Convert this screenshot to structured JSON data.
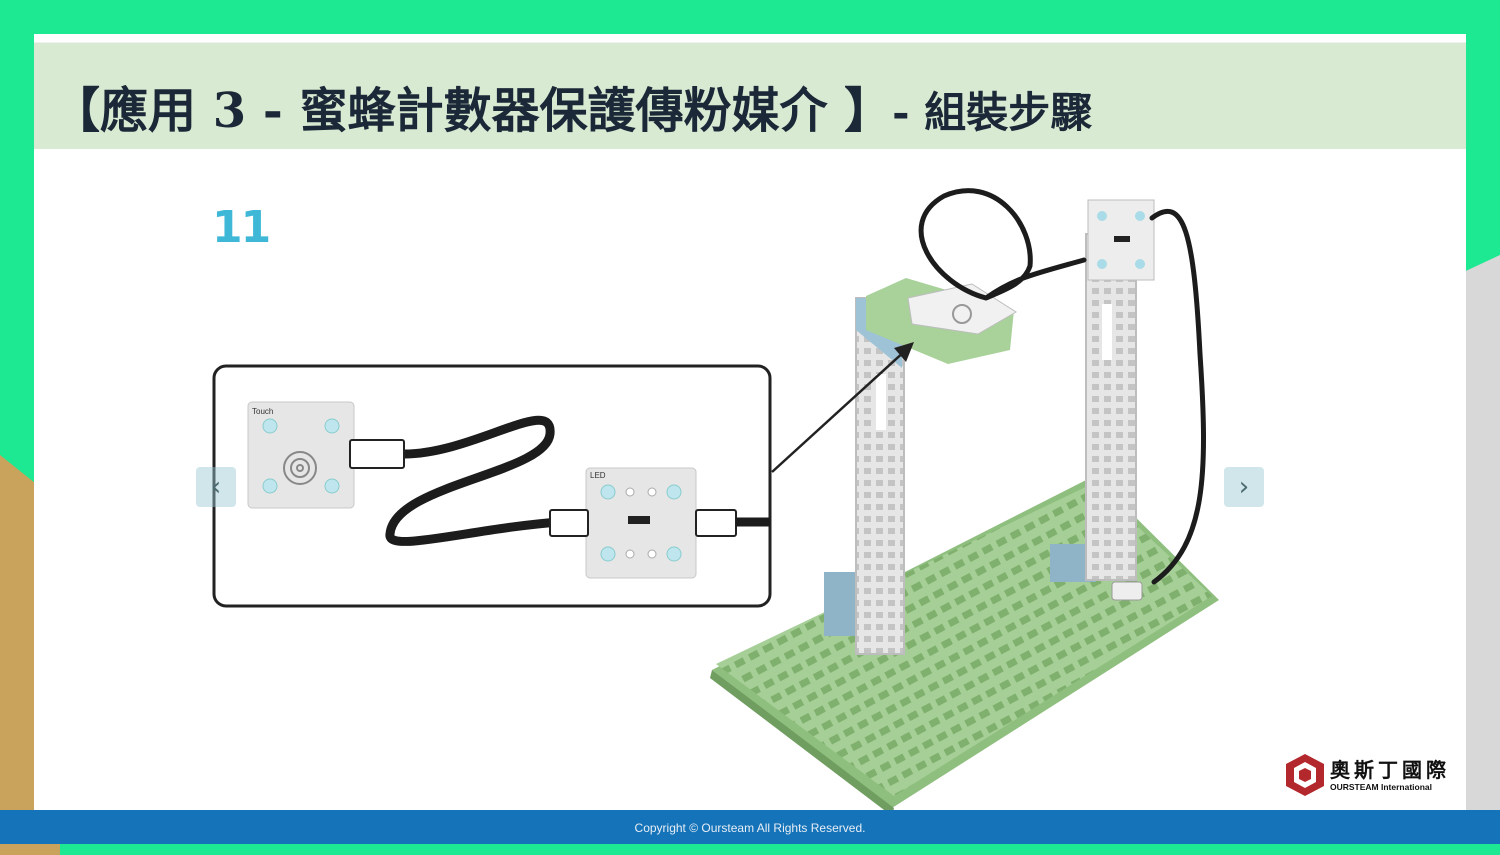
{
  "slide": {
    "title_main": "【應用 3 - 蜜蜂計數器保護傳粉媒介 】",
    "title_sub": "- 組裝步驟",
    "step_number": "11"
  },
  "diagram": {
    "touch_module_label": "Touch",
    "led_module_label": "LED"
  },
  "navigation": {
    "prev_icon": "chevron-left-icon",
    "next_icon": "chevron-right-icon"
  },
  "logo": {
    "name_cn": "奧斯丁國際",
    "name_en": "OURSTEAM International"
  },
  "footer": {
    "copyright": "Copyright © Oursteam All Rights Reserved."
  },
  "colors": {
    "background_green": "#1de992",
    "title_bar": "#d9ead3",
    "step_number": "#3fb8d8",
    "footer_blue": "#1473b9",
    "logo_red": "#b3282d"
  }
}
